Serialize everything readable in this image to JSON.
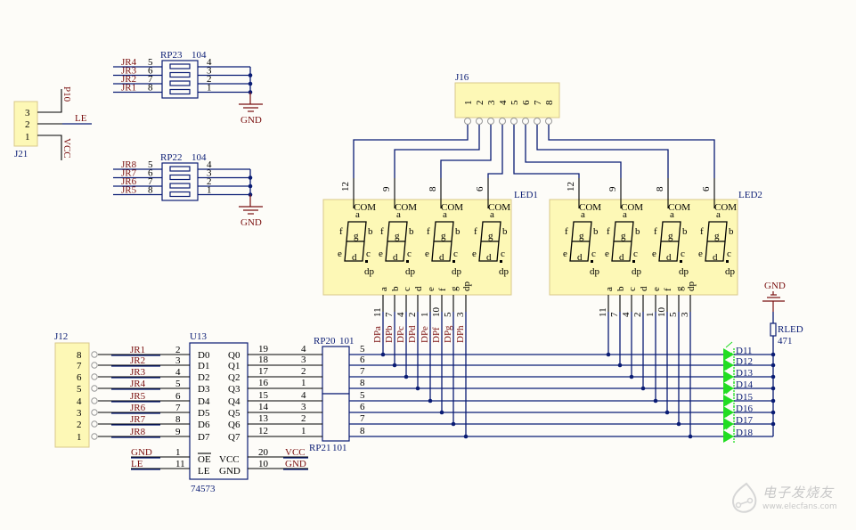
{
  "j21": {
    "ref": "J21",
    "pins": [
      "3",
      "2",
      "1"
    ],
    "nets": [
      "P10",
      "LE",
      "VCC"
    ]
  },
  "rp23": {
    "ref": "RP23",
    "value": "104",
    "left_nets": [
      "JR4",
      "JR3",
      "JR2",
      "JR1"
    ],
    "left_pins": [
      "5",
      "6",
      "7",
      "8"
    ],
    "right_pins": [
      "4",
      "3",
      "2",
      "1"
    ],
    "gnd": "GND"
  },
  "rp22": {
    "ref": "RP22",
    "value": "104",
    "left_nets": [
      "JR8",
      "JR7",
      "JR6",
      "JR5"
    ],
    "left_pins": [
      "5",
      "6",
      "7",
      "8"
    ],
    "right_pins": [
      "4",
      "3",
      "2",
      "1"
    ],
    "gnd": "GND"
  },
  "j16": {
    "ref": "J16",
    "pins": [
      "1",
      "2",
      "3",
      "4",
      "5",
      "6",
      "7",
      "8"
    ]
  },
  "led1": {
    "ref": "LED1",
    "com_pins": [
      "12",
      "9",
      "8",
      "6"
    ],
    "com_label": "COM",
    "segments": [
      "a",
      "b",
      "c",
      "d",
      "e",
      "f",
      "g",
      "dp"
    ],
    "seg_pins": [
      "11",
      "7",
      "4",
      "2",
      "1",
      "10",
      "5",
      "3"
    ],
    "seg_nets": [
      "DPa",
      "DPb",
      "DPc",
      "DPd",
      "DPe",
      "DPf",
      "DPg",
      "DPh"
    ]
  },
  "led2": {
    "ref": "LED2",
    "com_pins": [
      "12",
      "9",
      "8",
      "6"
    ],
    "com_label": "COM",
    "segments": [
      "a",
      "b",
      "c",
      "d",
      "e",
      "f",
      "g",
      "dp"
    ],
    "seg_pins": [
      "11",
      "7",
      "4",
      "2",
      "1",
      "10",
      "5",
      "3"
    ]
  },
  "digit_labels": {
    "a": "a",
    "b": "b",
    "c": "c",
    "d": "d",
    "e": "e",
    "f": "f",
    "g": "g",
    "dp": "dp"
  },
  "j12": {
    "ref": "J12",
    "pins": [
      "8",
      "7",
      "6",
      "5",
      "4",
      "3",
      "2",
      "1"
    ]
  },
  "u13": {
    "ref": "U13",
    "part": "74573",
    "in_nets": [
      "JR1",
      "JR2",
      "JR3",
      "JR4",
      "JR5",
      "JR6",
      "JR7",
      "JR8"
    ],
    "in_pins": [
      "2",
      "3",
      "4",
      "5",
      "6",
      "7",
      "8",
      "9"
    ],
    "in_names": [
      "D0",
      "D1",
      "D2",
      "D3",
      "D4",
      "D5",
      "D6",
      "D7"
    ],
    "out_names": [
      "Q0",
      "Q1",
      "Q2",
      "Q3",
      "Q4",
      "Q5",
      "Q6",
      "Q7"
    ],
    "out_pins": [
      "19",
      "18",
      "17",
      "16",
      "15",
      "14",
      "13",
      "12"
    ],
    "ctrl_left": [
      {
        "net": "GND",
        "pin": "1",
        "name": "OE"
      },
      {
        "net": "LE",
        "pin": "11",
        "name": "LE"
      }
    ],
    "ctrl_right": [
      {
        "net": "VCC",
        "pin": "20",
        "name": "VCC"
      },
      {
        "net": "GND",
        "pin": "10",
        "name": "GND"
      }
    ]
  },
  "rp20": {
    "ref": "RP20",
    "value": "101",
    "left_pins": [
      "4",
      "3",
      "2",
      "1"
    ],
    "right_pins": [
      "5",
      "6",
      "7",
      "8"
    ]
  },
  "rp21": {
    "ref": "RP21",
    "value": "101",
    "left_pins": [
      "4",
      "3",
      "2",
      "1"
    ],
    "right_pins": [
      "5",
      "6",
      "7",
      "8"
    ]
  },
  "leds": {
    "refs": [
      "D11",
      "D12",
      "D13",
      "D14",
      "D15",
      "D16",
      "D17",
      "D18"
    ]
  },
  "rled": {
    "ref": "RLED",
    "value": "471",
    "gnd": "GND"
  },
  "watermark": {
    "cn": "电子发烧友",
    "url": "www.elecfans.com"
  }
}
